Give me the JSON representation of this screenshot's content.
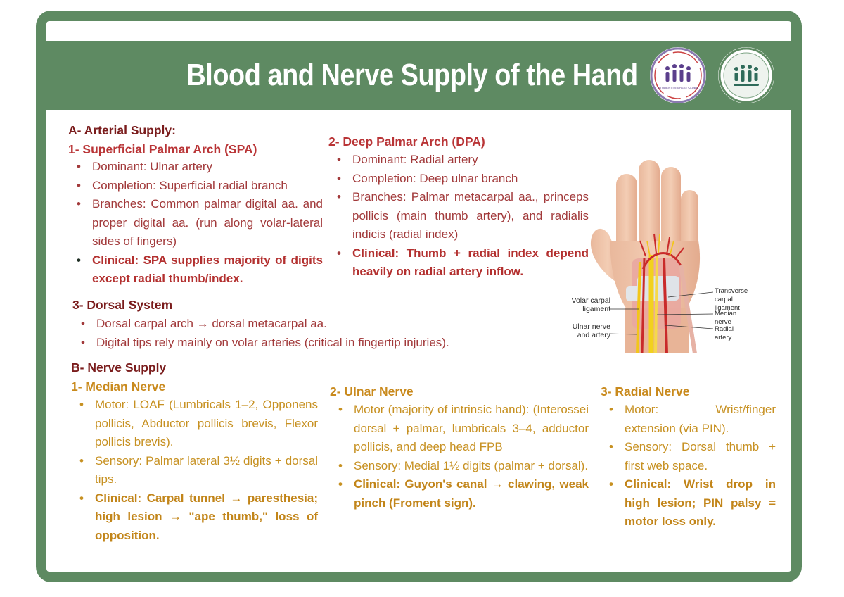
{
  "title": "Blood and Nerve Supply of the Hand",
  "logos": [
    {
      "name": "student-interest-clubs-logo",
      "caption": "STUDENT INTEREST CLUBS"
    },
    {
      "name": "club-emblem-logo"
    }
  ],
  "arterial": {
    "heading": "A- Arterial Supply:",
    "spa": {
      "heading": "1- Superficial Palmar Arch (SPA)",
      "items": [
        "Dominant: Ulnar artery",
        "Completion: Superficial radial branch",
        "Branches: Common palmar digital aa. and proper digital aa. (run along volar-lateral sides of fingers)",
        "Clinical: SPA supplies majority of digits except radial thumb/index."
      ]
    },
    "dpa": {
      "heading": "2- Deep Palmar Arch (DPA)",
      "items": [
        "Dominant: Radial artery",
        "Completion: Deep ulnar branch",
        "Branches: Palmar metacarpal aa., princeps pollicis (main thumb artery), and radialis indicis (radial index)",
        "Clinical: Thumb + radial index depend heavily on radial artery inflow."
      ]
    },
    "dorsal": {
      "heading": "3- Dorsal System",
      "items": [
        "Dorsal carpal arch → dorsal metacarpal aa.",
        "Digital tips rely mainly on volar arteries (critical in fingertip injuries)."
      ]
    }
  },
  "nerve": {
    "heading": "B- Nerve Supply",
    "median": {
      "heading": "1- Median Nerve",
      "items": [
        "Motor: LOAF (Lumbricals 1–2, Opponens pollicis, Abductor pollicis brevis, Flexor pollicis brevis).",
        "Sensory: Palmar lateral 3½ digits + dorsal tips.",
        "Clinical: Carpal tunnel → paresthesia; high lesion → \"ape thumb,\" loss of opposition."
      ]
    },
    "ulnar": {
      "heading": "2- Ulnar Nerve",
      "items": [
        "Motor (majority of intrinsic hand): (Interossei dorsal + palmar, lumbricals 3–4, adductor pollicis, and deep head FPB",
        "Sensory: Medial 1½ digits (palmar + dorsal).",
        "Clinical: Guyon's canal → clawing, weak pinch (Froment sign)."
      ]
    },
    "radial": {
      "heading": "3- Radial Nerve",
      "items": [
        "Motor: Wrist/finger extension (via PIN).",
        "Sensory: Dorsal thumb + first web space.",
        "Clinical: Wrist drop in high lesion; PIN palsy = motor loss only."
      ]
    }
  },
  "figure": {
    "labels": {
      "volar_carpal": "Volar carpal ligament",
      "ulnar_nerve": "Ulnar nerve and artery",
      "transverse": "Transverse carpal ligament",
      "median": "Median nerve",
      "radial": "Radial artery"
    }
  },
  "colors": {
    "banner": "#5e8a62",
    "heading_dark": "#7a1c1c",
    "heading_red": "#b93436",
    "heading_gold": "#c98a1d",
    "text_red": "#a23a3b",
    "text_gold": "#c79122"
  }
}
